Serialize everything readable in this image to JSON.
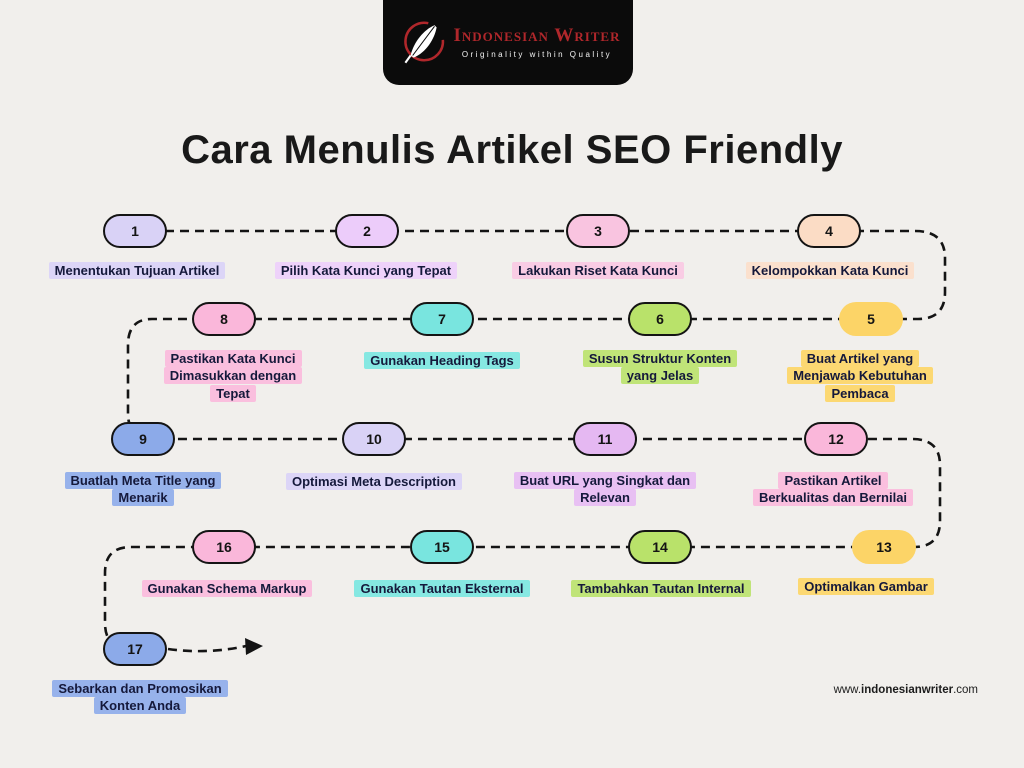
{
  "page": {
    "title": "Cara Menulis Artikel SEO Friendly",
    "background_color": "#f1efec"
  },
  "logo": {
    "icon": "feather-quill-icon",
    "brand": "Indonesian Writer",
    "tagline": "Originality within Quality",
    "background_color": "#0b0b0b",
    "brand_color": "#b0272b",
    "tagline_color": "#f5f5f5"
  },
  "flow": {
    "line_color": "#141414",
    "style": "dashed-serpentine-with-end-arrow"
  },
  "footer": {
    "url_prefix": "www.",
    "url_domain": "indonesianwriter",
    "url_suffix": ".com"
  },
  "steps": [
    {
      "num": "1",
      "label": "Menentukan Tujuan Artikel",
      "color": "#d9d2f6",
      "label_color": "#dcd5f7",
      "border": true
    },
    {
      "num": "2",
      "label": "Pilih Kata Kunci yang Tepat",
      "color": "#ecccfa",
      "label_color": "#eed2fa",
      "border": true
    },
    {
      "num": "3",
      "label": "Lakukan Riset Kata Kunci",
      "color": "#f9c4e0",
      "label_color": "#f9cce4",
      "border": true
    },
    {
      "num": "4",
      "label": "Kelompokkan Kata Kunci",
      "color": "#fbdcc5",
      "label_color": "#fbe0cd",
      "border": true
    },
    {
      "num": "5",
      "label": "Buat Artikel yang\nMenjawab Kebutuhan\nPembaca",
      "color": "#fcd467",
      "label_color": "#fcd872",
      "border": false
    },
    {
      "num": "6",
      "label": "Susun Struktur Konten\nyang Jelas",
      "color": "#b9e26a",
      "label_color": "#c0e478",
      "border": true
    },
    {
      "num": "7",
      "label": "Gunakan Heading Tags",
      "color": "#79e5df",
      "label_color": "#86e8e2",
      "border": true
    },
    {
      "num": "8",
      "label": "Pastikan Kata Kunci\nDimasukkan dengan\nTepat",
      "color": "#fab7da",
      "label_color": "#fabfde",
      "border": true
    },
    {
      "num": "9",
      "label": "Buatlah Meta Title yang\nMenarik",
      "color": "#8caae9",
      "label_color": "#97b2eb",
      "border": true
    },
    {
      "num": "10",
      "label": "Optimasi Meta Description",
      "color": "#d9d2f6",
      "label_color": "#dcd5f7",
      "border": true
    },
    {
      "num": "11",
      "label": "Buat URL yang Singkat dan\nRelevan",
      "color": "#e5b8f2",
      "label_color": "#e8c0f3",
      "border": true
    },
    {
      "num": "12",
      "label": "Pastikan Artikel\nBerkualitas dan Bernilai",
      "color": "#fab7da",
      "label_color": "#fabfde",
      "border": true
    },
    {
      "num": "13",
      "label": "Optimalkan Gambar",
      "color": "#fcd467",
      "label_color": "#fcd872",
      "border": false
    },
    {
      "num": "14",
      "label": "Tambahkan Tautan Internal",
      "color": "#b9e26a",
      "label_color": "#c0e478",
      "border": true
    },
    {
      "num": "15",
      "label": "Gunakan Tautan Eksternal",
      "color": "#79e5df",
      "label_color": "#86e8e2",
      "border": true
    },
    {
      "num": "16",
      "label": "Gunakan Schema Markup",
      "color": "#fab7da",
      "label_color": "#fabfde",
      "border": true
    },
    {
      "num": "17",
      "label": "Sebarkan dan Promosikan\nKonten Anda",
      "color": "#8caae9",
      "label_color": "#97b2eb",
      "border": true
    }
  ]
}
